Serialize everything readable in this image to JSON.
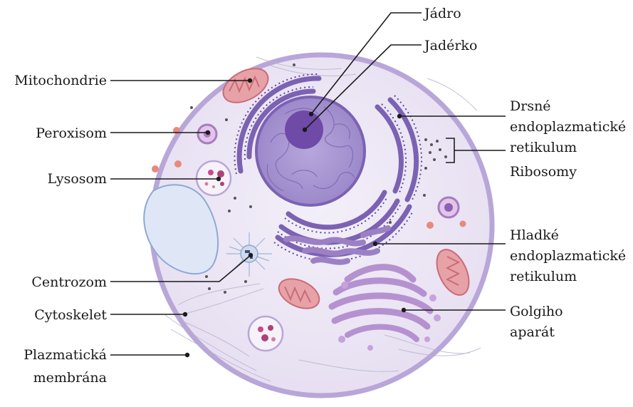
{
  "diagram": {
    "labels": {
      "jadro": "Jádro",
      "jaderko": "Jadérko",
      "mitochondrie": "Mitochondrie",
      "peroxisom": "Peroxisom",
      "lysosom": "Lysosom",
      "centrozom": "Centrozom",
      "cytoskelet": "Cytoskelet",
      "plazmaticka_line1": "Plazmatická",
      "plazmaticka_line2": "membrána",
      "drsne_line1": "Drsné",
      "drsne_line2": "endoplazmatické",
      "drsne_line3": "retikulum",
      "ribosomy": "Ribosomy",
      "hladke_line1": "Hladké",
      "hladke_line2": "endoplazmatické",
      "hladke_line3": "retikulum",
      "golgi_line1": "Golgiho",
      "golgi_line2": "aparát"
    },
    "colors": {
      "membrane": "#b9a6d8",
      "cytoplasm": "#ece6f4",
      "nucleus": "#9a86c8",
      "nucleolus": "#6f4aa6",
      "rough_er": "#7b62b3",
      "smooth_er": "#9c80c4",
      "golgi": "#b592cf",
      "mitochondria": "#e7a2a8",
      "vacuole": "#dfe7f6"
    }
  }
}
